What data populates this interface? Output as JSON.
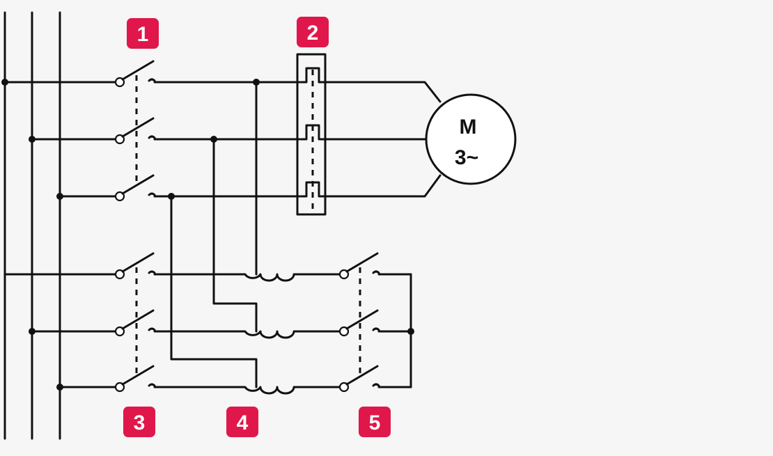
{
  "badges": {
    "b1": {
      "label": "1",
      "color": "#e0174a"
    },
    "b2": {
      "label": "2",
      "color": "#e0174a"
    },
    "b3": {
      "label": "3",
      "color": "#e0174a"
    },
    "b4": {
      "label": "4",
      "color": "#e0174a"
    },
    "b5": {
      "label": "5",
      "color": "#e0174a"
    }
  },
  "motor": {
    "line1": "M",
    "line2": "3~"
  }
}
